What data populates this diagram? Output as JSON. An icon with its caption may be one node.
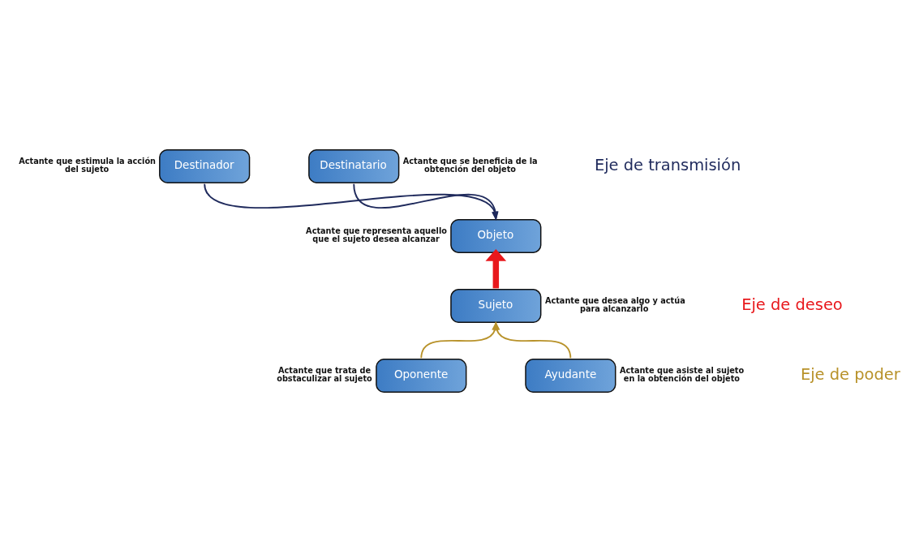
{
  "diagram": {
    "nodes": [
      {
        "text": [
          "Destinador"
        ],
        "beside": [
          "Actante que estimula la acción del sujeto"
        ]
      },
      {
        "text": [
          "Destinatario"
        ],
        "beside": [
          "Actante que se beneficia de la obtención del objeto"
        ]
      },
      {
        "text": [
          "Objeto"
        ],
        "beside": [
          "Actante que representa aquello que el sujeto desea alcanzar"
        ]
      },
      {
        "text": [
          "Sujeto"
        ],
        "beside": [
          "Actante que desea algo y actúa para alcanzarlo"
        ]
      },
      {
        "text": [
          "Oponente"
        ],
        "beside": [
          "Actante que trata de obstaculizar al sujeto"
        ]
      },
      {
        "text": [
          "Ayudante"
        ],
        "beside": [
          "Actante que asiste al sujeto en la obtención del objeto"
        ]
      }
    ],
    "edges": [
      {
        "from": 0,
        "to": 2,
        "arrow": "to",
        "color": "#1f2a5c"
      },
      {
        "from": 1,
        "to": 2,
        "arrow": "to",
        "color": "#1f2a5c"
      },
      {
        "from": 3,
        "to": 2,
        "arrow": "to",
        "style": "thick",
        "color": "#e8181c"
      },
      {
        "from": 4,
        "to": 3,
        "arrow": "to",
        "color": "#b8922a"
      },
      {
        "from": 5,
        "to": 3,
        "arrow": "to",
        "color": "#b8922a"
      }
    ],
    "labels": [
      "Eje de transmisión",
      "Eje de deseo",
      "Eje de poder"
    ]
  }
}
